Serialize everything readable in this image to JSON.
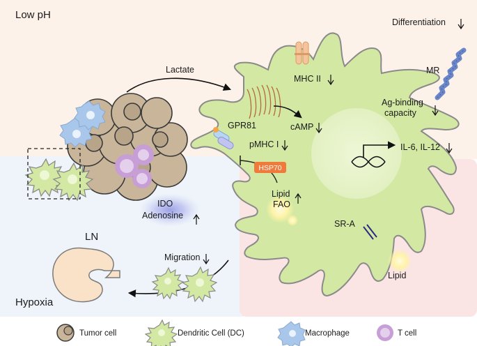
{
  "regions": {
    "low_ph": "Low pH",
    "hypoxia": "Hypoxia"
  },
  "labels": {
    "lactate": "Lactate",
    "gpr81": "GPR81",
    "camp": "cAMP",
    "mhc2": "MHC II",
    "pmhc1": "pMHC I",
    "hsp70": "HSP70",
    "lipid_fao_line1": "Lipid",
    "lipid_fao_line2": "FAO",
    "differentiation": "Differentiation",
    "mr": "MR",
    "ag_binding_line1": "Ag-binding",
    "ag_binding_line2": "capacity",
    "il": "IL-6, IL-12",
    "sr_a": "SR-A",
    "lipid": "Lipid",
    "ido": "IDO",
    "adenosine": "Adenosine",
    "migration": "Migration",
    "ln": "LN"
  },
  "legend": [
    {
      "icon": "tumor-cell-icon",
      "label": "Tumor cell"
    },
    {
      "icon": "dendritic-cell-icon",
      "label": "Dendritic Cell (DC)"
    },
    {
      "icon": "macrophage-icon",
      "label": "Macrophage"
    },
    {
      "icon": "t-cell-icon",
      "label": "T cell"
    }
  ],
  "colors": {
    "low_ph_bg": "#fdf2ea",
    "hypoxia_bg": "#eef4fa",
    "lipid_zone_bg": "#fbe4e4",
    "dc_fill": "#d3e9a3",
    "dc_stroke": "#8a8a8a",
    "hsp70": "#f07a3c",
    "tumor_fill": "#c9b69a",
    "macrophage": "#a9c7ea",
    "t_cell": "#c79ed6",
    "mr_receptor": "#6a86c8",
    "ln_fill": "#f9e2c7"
  }
}
